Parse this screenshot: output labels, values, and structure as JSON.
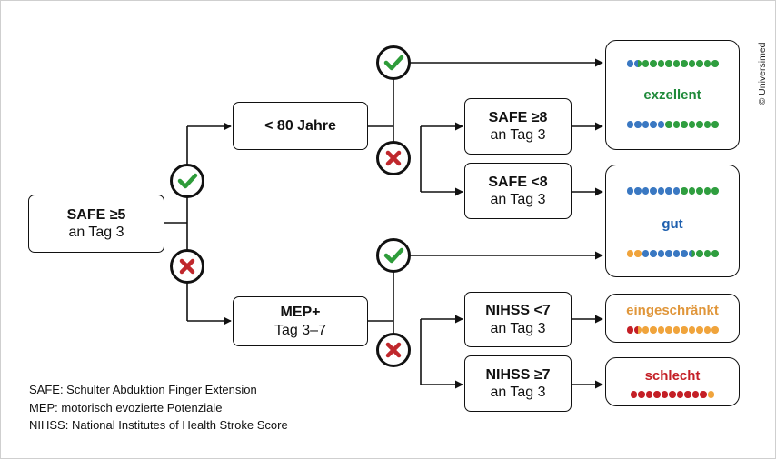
{
  "colors": {
    "check": "#2e9c3a",
    "cross": "#c0282d",
    "blue": "#3a78c2",
    "green": "#2f9e3f",
    "orange": "#f0a43c",
    "red": "#c41f26",
    "label_excellent": "#1f8a3a",
    "label_good": "#1d5fae",
    "label_limited": "#e0963a",
    "label_poor": "#c41f26"
  },
  "nodes": {
    "safe5": {
      "line1": "SAFE ≥5",
      "line2": "an Tag 3"
    },
    "age": {
      "line1": "< 80 Jahre",
      "line2": ""
    },
    "mep": {
      "line1": "MEP+",
      "line2": "Tag 3–7"
    },
    "safe8_hi": {
      "line1": "SAFE ≥8",
      "line2": "an Tag 3"
    },
    "safe8_lo": {
      "line1": "SAFE <8",
      "line2": "an Tag 3"
    },
    "nihss_lo": {
      "line1": "NIHSS <7",
      "line2": "an Tag 3"
    },
    "nihss_hi": {
      "line1": "NIHSS ≥7",
      "line2": "an Tag 3"
    }
  },
  "outcomes": {
    "excellent": {
      "label": "exzellent",
      "dots_top": [
        "blue",
        "half-blue-green",
        "green",
        "green",
        "green",
        "green",
        "green",
        "green",
        "green",
        "green",
        "green",
        "green"
      ],
      "dots_bottom": [
        "blue",
        "blue",
        "blue",
        "blue",
        "blue",
        "green",
        "green",
        "green",
        "green",
        "green",
        "green",
        "green"
      ]
    },
    "good": {
      "label": "gut",
      "dots_top": [
        "blue",
        "blue",
        "blue",
        "blue",
        "blue",
        "blue",
        "blue",
        "green",
        "green",
        "green",
        "green",
        "green"
      ],
      "dots_bottom": [
        "orange",
        "orange",
        "blue",
        "blue",
        "blue",
        "blue",
        "blue",
        "blue",
        "half-blue-green",
        "green",
        "green",
        "green"
      ]
    },
    "limited": {
      "label": "eingeschränkt",
      "dots": [
        "red",
        "half-red-orange",
        "orange",
        "orange",
        "orange",
        "orange",
        "orange",
        "orange",
        "orange",
        "orange",
        "orange",
        "orange"
      ]
    },
    "poor": {
      "label": "schlecht",
      "dots": [
        "red",
        "red",
        "red",
        "red",
        "red",
        "red",
        "red",
        "red",
        "red",
        "red",
        "orange"
      ]
    }
  },
  "legend": [
    "SAFE: Schulter Abduktion Finger Extension",
    "MEP: motorisch evozierte Potenziale",
    "NIHSS: National Institutes of Health Stroke Score"
  ],
  "copyright": "© Universimed"
}
